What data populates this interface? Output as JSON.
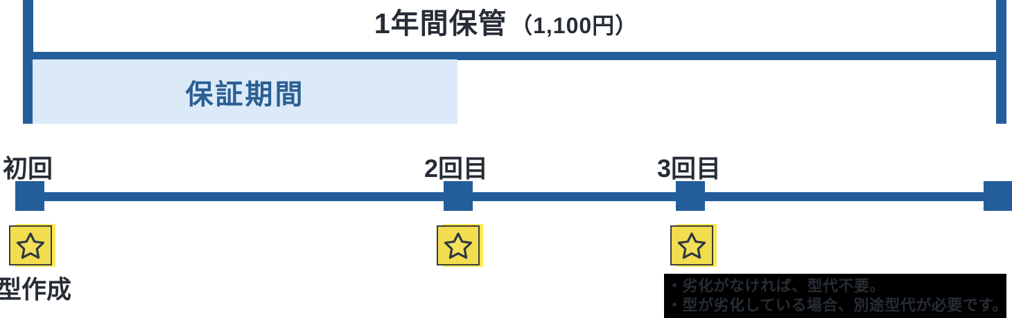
{
  "title": {
    "main": "1年間保管",
    "price": "（1,100円）"
  },
  "warranty": {
    "label": "保証期間"
  },
  "timeline": {
    "markers": [
      {
        "label": "初回",
        "note": "型作成"
      },
      {
        "label": "2回目"
      },
      {
        "label": "3回目"
      },
      {
        "label": ""
      }
    ]
  },
  "notes": {
    "lines": [
      "・劣化がなければ、型代不要。",
      "・型が劣化している場合、別途型代が必要です。"
    ]
  },
  "icons": {
    "star": "star-icon"
  },
  "colors": {
    "timeline_blue": "#235E9A",
    "warranty_band_blue": "#DBE9F8",
    "warranty_text_blue": "#2B5F94",
    "text_dark": "#272D35",
    "star_box_yellow": "#F2DC4F",
    "star_box_highlight_yellow": "#FFE94F",
    "star_outline": "#2F3842",
    "notes_background": "#000000"
  }
}
